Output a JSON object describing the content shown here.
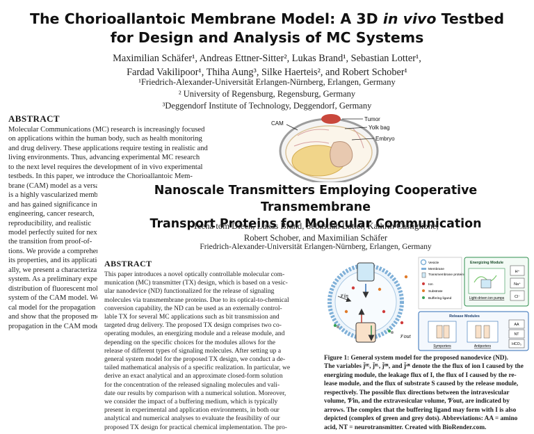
{
  "paper1": {
    "title_line1_a": "The Chorioallantoic Membrane Model: A 3D ",
    "title_line1_em": "in vivo",
    "title_line1_b": " Testbed",
    "title_line2": "for Design and Analysis of MC Systems",
    "authors_line1": "Maximilian Schäfer¹, Andreas Ettner-Sitter², Lukas Brand¹, Sebastian Lotter¹,",
    "authors_line2": "Fardad Vakilipoor¹, Thiha Aung³, Silke Haerteis², and Robert Schober¹",
    "affiliations": [
      "¹Friedrich-Alexander-Universität Erlangen-Nürnberg, Erlangen, Germany",
      "² University of Regensburg, Regensburg, Germany",
      "³Deggendorf Institute of Technology, Deggendorf, Germany"
    ],
    "abstract_heading": "ABSTRACT",
    "abstract_lines": [
      "Molecular Communications (MC) research is increasingly focused",
      "on applications within the human body, such as health monitoring",
      "and drug delivery. These applications require testing in realistic and",
      "living environments. Thus, advancing experimental MC research",
      "to the next level requires the development of in vivo experimental",
      "testbeds. In this paper, we introduce the Chorioallantoic Mem-",
      "brane (CAM) model as a versatile",
      "is a highly vascularized membrane",
      "and has gained significance in",
      "engineering, cancer research,",
      "reproducibility, and realistic",
      "model perfectly suited for next",
      "the transition from proof-of-",
      "tions. We provide a comprehensive",
      "its properties, and its applications",
      "ally, we present a characterization",
      "system. As a preliminary experiment",
      "distribution of fluorescent molecules",
      "system of the CAM model. We",
      "cal model for the propagation",
      "and show that the proposed model",
      "propagation in the CAM model"
    ],
    "egg_figure": {
      "labels": [
        "Tumor",
        "Yolk bag",
        "Embryo",
        "CAM"
      ],
      "colors": {
        "tumor": "#c9473c",
        "yolk": "#f1d58a",
        "shell": "#b9b9b9",
        "embryo": "#e8c9b0"
      }
    }
  },
  "paper2": {
    "title_line1": "Nanoscale Transmitters Employing Cooperative Transmembrane",
    "title_line2": "Transport Proteins for Molecular Communication",
    "authors_line1": "Teena tom Dieck, Lukas Brand, Sebastian Lotter, Kathrin Castiglione,",
    "authors_line2": "Robert Schober, and Maximilian Schäfer",
    "affiliation": "Friedrich-Alexander-Universität Erlangen-Nürnberg, Erlangen, Germany",
    "abstract_heading": "ABSTRACT",
    "abstract_lines": [
      "This paper introduces a novel optically controllable molecular com-",
      "munication (MC) transmitter (TX) design, which is based on a vesic-",
      "ular nanodevice (ND) functionalized for the release of signaling",
      "molecules via transmembrane proteins. Due to its optical-to-chemical",
      "conversion capability, the ND can be used as an externally control-",
      "lable TX for several MC applications such as bit transmission and",
      "targeted drug delivery. The proposed TX design comprises two co-",
      "operating modules, an energizing module and a release module, and",
      "depending on the specific choices for the modules allows for the",
      "release of different types of signaling molecules. After setting up a",
      "general system model for the proposed TX design, we conduct a de-",
      "tailed mathematical analysis of a specific realization. In particular, we",
      "derive an exact analytical and an approximate closed-form solution",
      "for the concentration of the released signaling molecules and vali-",
      "date our results by comparison with a numerical solution. Moreover,",
      "we consider the impact of a buffering medium, which is typically",
      "present in experimental and application environments, in both our",
      "analytical and numerical analyses to evaluate the feasibility of our",
      "proposed TX design for practical chemical implementation. The pro-"
    ],
    "figure": {
      "legend": [
        "Vesicle",
        "Membrane",
        "Transmembrane proteins",
        "Ion",
        "Substrate",
        "Buffering ligand"
      ],
      "energizing_title": "Energizing Module",
      "energizing_sub": "Light-driven ion pumps",
      "energizing_ions": [
        "H⁺",
        "Na⁺",
        "Cl⁻"
      ],
      "release_title": "Release Modules",
      "release_sub1": "Symporters",
      "release_sub2": "Antiporters",
      "release_ions": [
        "AA",
        "NT",
        "HCO₃"
      ],
      "v_in": "𝒱in",
      "v_out": "𝒱out",
      "colors": {
        "energizing": "#2f8f4e",
        "release": "#2f6db5",
        "border": "#3a3a3a",
        "vesicle": "#7fb0d8"
      }
    },
    "caption_lines": [
      "Figure 1: General system model for the proposed nanodevice (ND).",
      "The variables j̄ᴵᴱ, j̄ᴵᴸ, j̄ᴵᴿ, and j̄ˢᴿ denote the the flux of ion I caused by the",
      "energizing module, the leakage flux of I, the flux of I caused by the re-",
      "lease module, and the flux of substrate S caused by the release module,",
      "respectively. The possible flux directions between the intravesicular",
      "volume, 𝒱in, and the extravesicular volume, 𝒱out, are indicated by",
      "arrows. The complex that the buffering ligand may form with I is also",
      "depicted (complex of green and grey dots). Abbreviations: AA = amino",
      "acid, NT = neurotransmitter. Created with BioRender.com."
    ]
  }
}
